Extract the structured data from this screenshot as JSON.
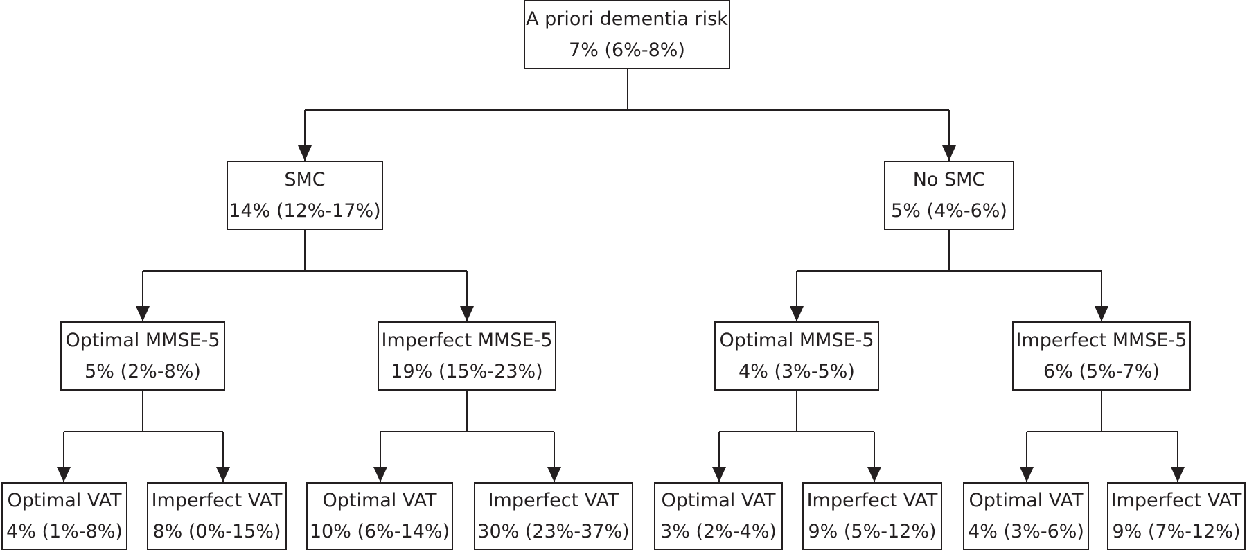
{
  "tree": {
    "root": {
      "label": "A priori dementia risk",
      "value": "7% (6%-8%)"
    },
    "smc": {
      "node": {
        "label": "SMC",
        "value": "14% (12%-17%)"
      },
      "optimal_mmse": {
        "node": {
          "label": "Optimal MMSE-5",
          "value": "5% (2%-8%)"
        },
        "optimal_vat": {
          "label": "Optimal VAT",
          "value": "4% (1%-8%)"
        },
        "imperfect_vat": {
          "label": "Imperfect VAT",
          "value": "8% (0%-15%)"
        }
      },
      "imperfect_mmse": {
        "node": {
          "label": "Imperfect MMSE-5",
          "value": "19% (15%-23%)"
        },
        "optimal_vat": {
          "label": "Optimal VAT",
          "value": "10% (6%-14%)"
        },
        "imperfect_vat": {
          "label": "Imperfect VAT",
          "value": "30% (23%-37%)"
        }
      }
    },
    "no_smc": {
      "node": {
        "label": "No SMC",
        "value": "5% (4%-6%)"
      },
      "optimal_mmse": {
        "node": {
          "label": "Optimal MMSE-5",
          "value": "4% (3%-5%)"
        },
        "optimal_vat": {
          "label": "Optimal VAT",
          "value": "3% (2%-4%)"
        },
        "imperfect_vat": {
          "label": "Imperfect VAT",
          "value": "9% (5%-12%)"
        }
      },
      "imperfect_mmse": {
        "node": {
          "label": "Imperfect MMSE-5",
          "value": "6% (5%-7%)"
        },
        "optimal_vat": {
          "label": "Optimal VAT",
          "value": "4% (3%-6%)"
        },
        "imperfect_vat": {
          "label": "Imperfect VAT",
          "value": "9% (7%-12%)"
        }
      }
    }
  },
  "colors": {
    "line": "#231f20",
    "text": "#231f20",
    "background": "#ffffff"
  }
}
